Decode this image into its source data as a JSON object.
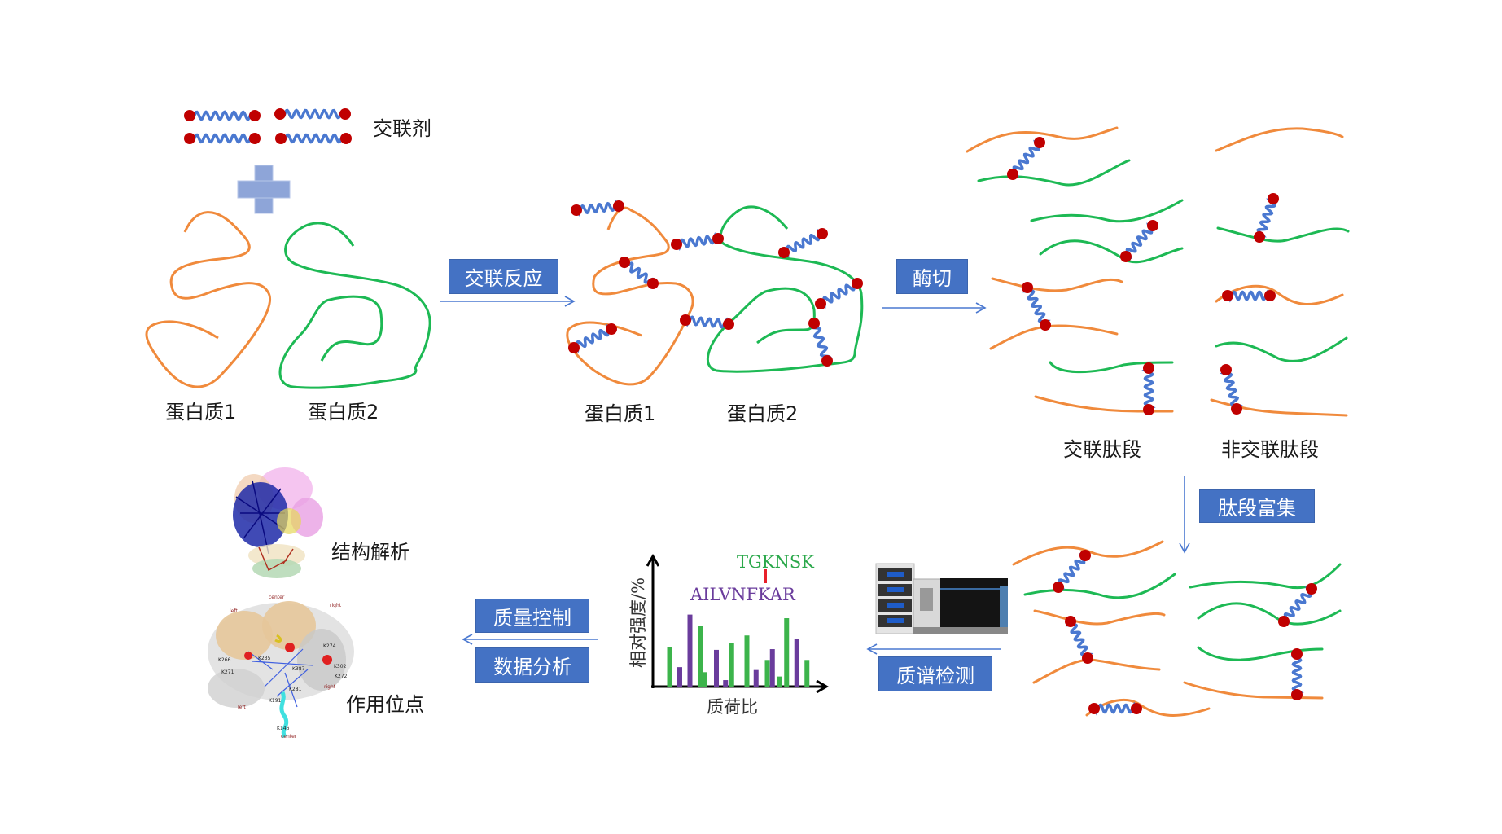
{
  "title": "Chemical cross-linking mass spectrometry workflow",
  "colors": {
    "protein1": "#f08a3c",
    "protein2": "#1db954",
    "linker": "#4a78d0",
    "linker_end": "#c00000",
    "step_box": "#4472c4",
    "arrow": "#4a78d0",
    "plus": "#8ea5d8",
    "peptide_green_label": "#2aa84a",
    "peptide_purple_label": "#6a3c9c",
    "marker_red": "#e8202a"
  },
  "labels": {
    "crosslinker": "交联剂",
    "protein1": "蛋白质1",
    "protein2": "蛋白质2",
    "protein1_after": "蛋白质1",
    "protein2_after": "蛋白质2",
    "crosslinked_peptides": "交联肽段",
    "non_crosslinked_peptides": "非交联肽段",
    "structure_analysis": "结构解析",
    "binding_sites": "作用位点"
  },
  "steps": {
    "crosslink_reaction": "交联反应",
    "digestion": "酶切",
    "enrichment": "肽段富集",
    "ms_detection": "质谱检测",
    "quality_control": "质量控制",
    "data_analysis": "数据分析"
  },
  "icons": {
    "plus": "plus-icon",
    "mass_spectrometer": "mass-spectrometer-image",
    "structure_model": "protein-structure-image",
    "binding_site_model": "binding-site-structure-image"
  },
  "binding_site_annotations": [
    "left",
    "center",
    "right",
    "K266",
    "K271",
    "K235",
    "K387",
    "K274",
    "K302",
    "K272",
    "K281",
    "K191",
    "K146",
    "right",
    "left",
    "center"
  ],
  "chart_data": {
    "type": "bar",
    "title": "",
    "xlabel": "质荷比",
    "ylabel": "相对强度/%",
    "annotations": [
      {
        "text": "TGKNSK",
        "color": "#2aa84a"
      },
      {
        "text": "AILVNFKAR",
        "color": "#6a3c9c"
      }
    ],
    "series": [
      {
        "name": "TGKNSK",
        "color": "#3cb44b"
      },
      {
        "name": "AILVNFKAR",
        "color": "#6a3c9c"
      }
    ],
    "bars": [
      {
        "x": 1,
        "value": 55,
        "series": "TGKNSK"
      },
      {
        "x": 2,
        "value": 27,
        "series": "AILVNFKAR"
      },
      {
        "x": 3,
        "value": 100,
        "series": "AILVNFKAR"
      },
      {
        "x": 4,
        "value": 84,
        "series": "TGKNSK"
      },
      {
        "x": 4.4,
        "value": 20,
        "series": "TGKNSK"
      },
      {
        "x": 5.6,
        "value": 51,
        "series": "AILVNFKAR"
      },
      {
        "x": 6.5,
        "value": 9,
        "series": "AILVNFKAR"
      },
      {
        "x": 7.1,
        "value": 61,
        "series": "TGKNSK"
      },
      {
        "x": 8.6,
        "value": 71,
        "series": "TGKNSK"
      },
      {
        "x": 9.5,
        "value": 23,
        "series": "AILVNFKAR"
      },
      {
        "x": 10.6,
        "value": 37,
        "series": "TGKNSK"
      },
      {
        "x": 11.1,
        "value": 52,
        "series": "AILVNFKAR"
      },
      {
        "x": 11.8,
        "value": 14,
        "series": "TGKNSK"
      },
      {
        "x": 12.5,
        "value": 95,
        "series": "TGKNSK"
      },
      {
        "x": 13.5,
        "value": 66,
        "series": "AILVNFKAR"
      },
      {
        "x": 14.5,
        "value": 37,
        "series": "TGKNSK"
      }
    ],
    "xlim": [
      0,
      16
    ],
    "ylim": [
      0,
      100
    ],
    "grid": false,
    "legend": "none"
  }
}
